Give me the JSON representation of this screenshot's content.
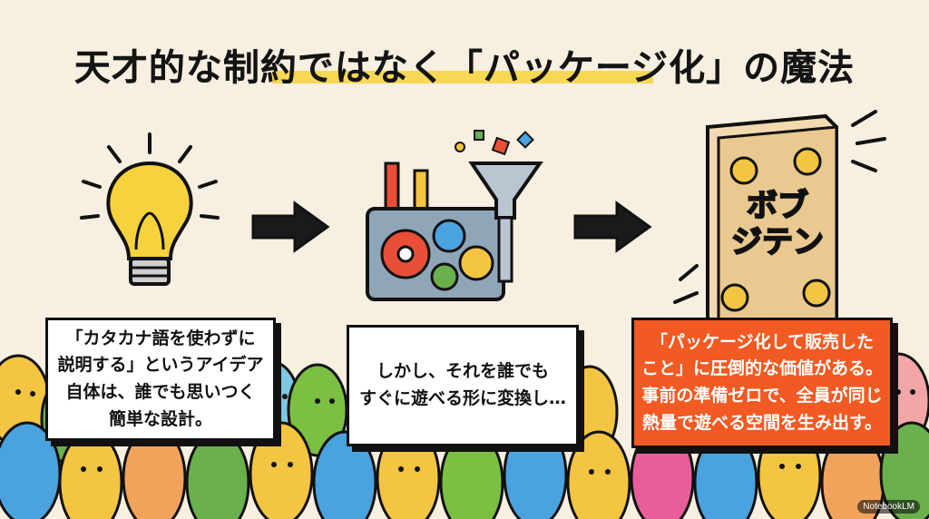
{
  "title": "天才的な制約ではなく「パッケージ化」の魔法",
  "card1_lines": [
    "「カタカナ語を使わずに",
    "説明する」というアイデア",
    "自体は、誰でも思いつく",
    "簡単な設計。"
  ],
  "card2_lines": [
    "しかし、それを誰でも",
    "すぐに遊べる形に変換し…"
  ],
  "card3_lines": [
    "「パッケージ化して販売した",
    "こと」に圧倒的な価値がある。",
    "事前の準備ゼロで、全員が同じ",
    "熱量で遊べる空間を生み出す。"
  ],
  "box_title": "ボブジテン",
  "watermark": "NotebookLM",
  "colors": {
    "background": "#f7efe0",
    "accent": "#f15a22",
    "bulb": "#f6d33c"
  }
}
